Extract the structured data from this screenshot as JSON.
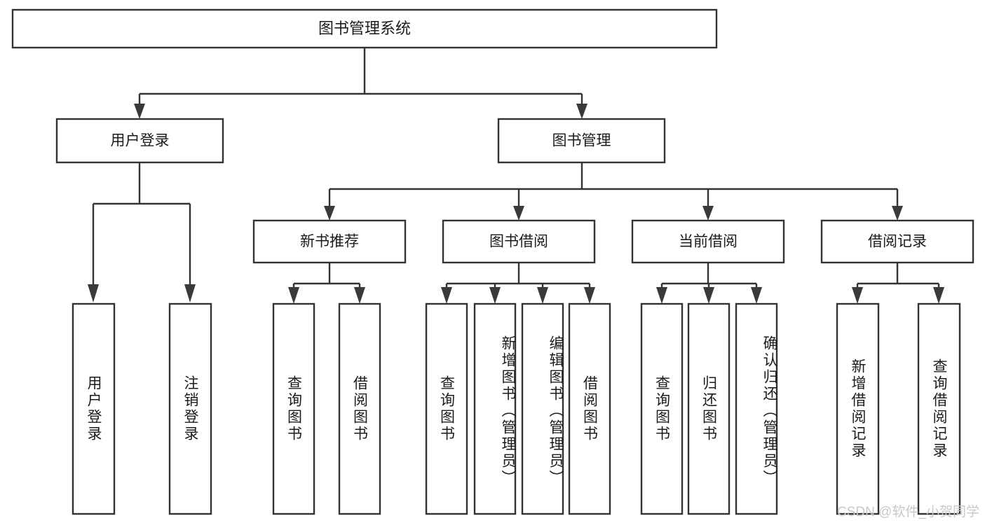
{
  "diagram": {
    "type": "tree",
    "title": "图书管理系统",
    "orientation": "top-down",
    "leaf_text_orientation": "vertical",
    "colors": {
      "box_stroke": "#333333",
      "box_fill": "#ffffff",
      "connector": "#333333",
      "text": "#1b1b1b",
      "background": "#ffffff",
      "watermark": "#c9c9c9"
    }
  },
  "root": {
    "label": "图书管理系统"
  },
  "level2": [
    {
      "label": "用户登录"
    },
    {
      "label": "图书管理"
    }
  ],
  "level3": [
    {
      "label": "新书推荐"
    },
    {
      "label": "图书借阅"
    },
    {
      "label": "当前借阅"
    },
    {
      "label": "借阅记录"
    }
  ],
  "leaves": {
    "user_login": [
      {
        "label": "用户登录"
      },
      {
        "label": "注销登录"
      }
    ],
    "new_book_recommend": [
      {
        "label": "查询图书"
      },
      {
        "label": "借阅图书"
      }
    ],
    "book_borrow": [
      {
        "label": "查询图书"
      },
      {
        "label": "新增图书（管理员）"
      },
      {
        "label": "编辑图书（管理员）"
      },
      {
        "label": "借阅图书"
      }
    ],
    "current_borrow": [
      {
        "label": "查询图书"
      },
      {
        "label": "归还图书"
      },
      {
        "label": "确认归还（管理员）"
      }
    ],
    "borrow_record": [
      {
        "label": "新增借阅记录"
      },
      {
        "label": "查询借阅记录"
      }
    ]
  },
  "watermark": {
    "text": "CSDN @软件_小贺同学"
  }
}
